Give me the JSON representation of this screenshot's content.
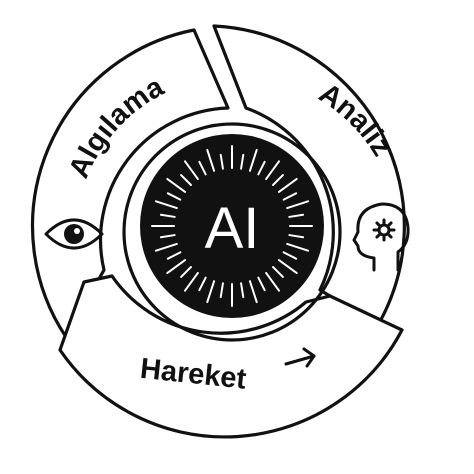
{
  "center": {
    "label": "AI",
    "fill_color": "#111111",
    "text_color": "#ffffff"
  },
  "segments": [
    {
      "label": "Algılama",
      "icon": "eye-icon"
    },
    {
      "label": "Analiz",
      "icon": "head-gear-icon"
    },
    {
      "label": "Hareket",
      "icon": "arrow-right-icon"
    }
  ],
  "colors": {
    "stroke": "#111111",
    "background": "#ffffff"
  }
}
